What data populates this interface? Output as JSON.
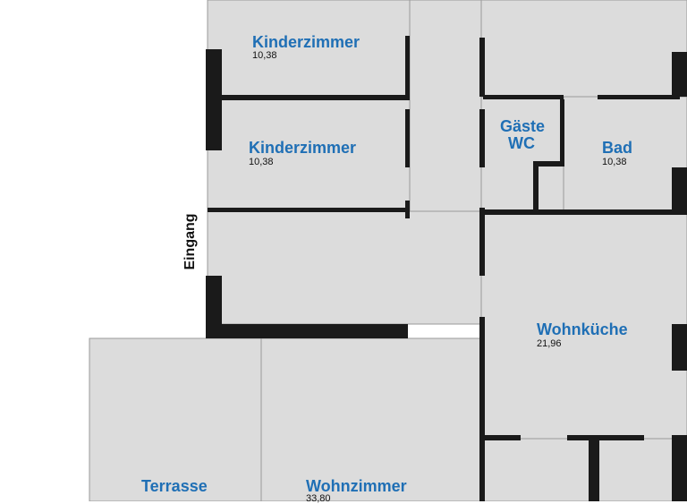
{
  "rooms": {
    "kinderzimmer_1": {
      "name": "Kinderzimmer",
      "area": "10,38"
    },
    "kinderzimmer_2": {
      "name": "Kinderzimmer",
      "area": "10,38"
    },
    "gaeste_wc": {
      "name_line1": "Gäste",
      "name_line2": "WC"
    },
    "bad": {
      "name": "Bad",
      "area": "10,38"
    },
    "wohnkueche": {
      "name": "Wohnküche",
      "area": "21,96"
    },
    "terrasse": {
      "name": "Terrasse"
    },
    "wohnzimmer": {
      "name": "Wohnzimmer",
      "area": "33,80"
    }
  },
  "entrance": {
    "label": "Eingang"
  },
  "colors": {
    "room_fill": "#dcdcdc",
    "room_stroke": "#9a9a9a",
    "wall": "#1a1a1a",
    "label": "#1f6fb5"
  }
}
